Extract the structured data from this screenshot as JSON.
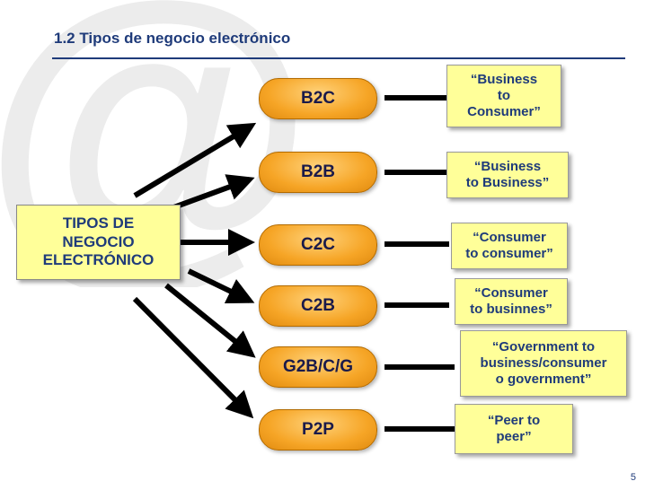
{
  "title": "1.2 Tipos de negocio electrónico",
  "center": {
    "label": "TIPOS DE\nNEGOCIO\nELECTRÓNICO"
  },
  "types": [
    {
      "code": "B2C",
      "description": "“Business\nto\nConsumer”"
    },
    {
      "code": "B2B",
      "description": "“Business\nto Business”"
    },
    {
      "code": "C2C",
      "description": "“Consumer\nto consumer”"
    },
    {
      "code": "C2B",
      "description": "“Consumer\nto businnes”"
    },
    {
      "code": "G2B/C/G",
      "description": "“Government to\nbusiness/consumer\no government”"
    },
    {
      "code": "P2P",
      "description": "“Peer to\npeer”"
    }
  ],
  "page_number": "5",
  "colors": {
    "title": "#1f3b7a",
    "center_fill": "#ffff99",
    "type_fill": "#f6a526",
    "description_fill": "#ffff99"
  },
  "icons": {
    "background": "at-sign-icon"
  }
}
